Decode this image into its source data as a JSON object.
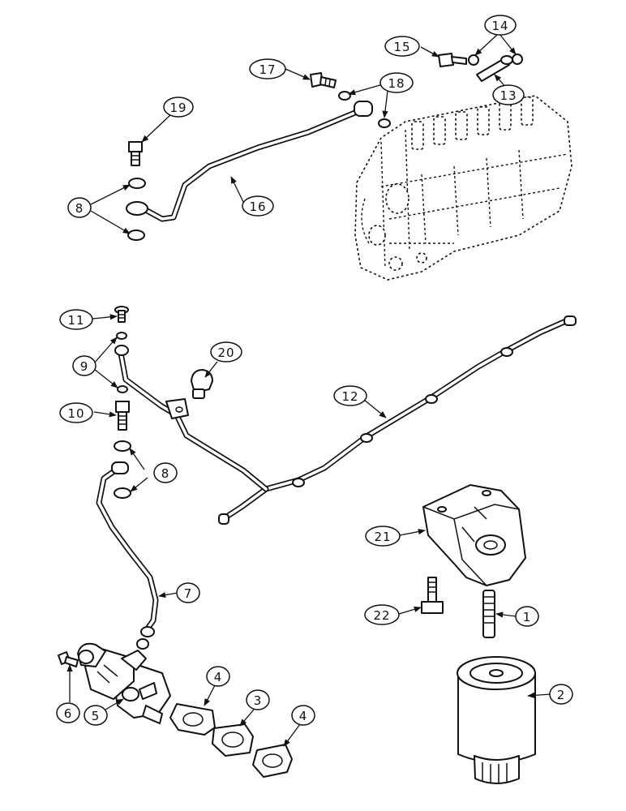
{
  "callouts": {
    "c1": "1",
    "c2": "2",
    "c3": "3",
    "c4a": "4",
    "c4b": "4",
    "c5": "5",
    "c6": "6",
    "c7": "7",
    "c8a": "8",
    "c8b": "8",
    "c9": "9",
    "c10": "10",
    "c11": "11",
    "c12": "12",
    "c13": "13",
    "c14": "14",
    "c15": "15",
    "c16": "16",
    "c17": "17",
    "c18": "18",
    "c19": "19",
    "c20": "20",
    "c21": "21",
    "c22": "22"
  }
}
